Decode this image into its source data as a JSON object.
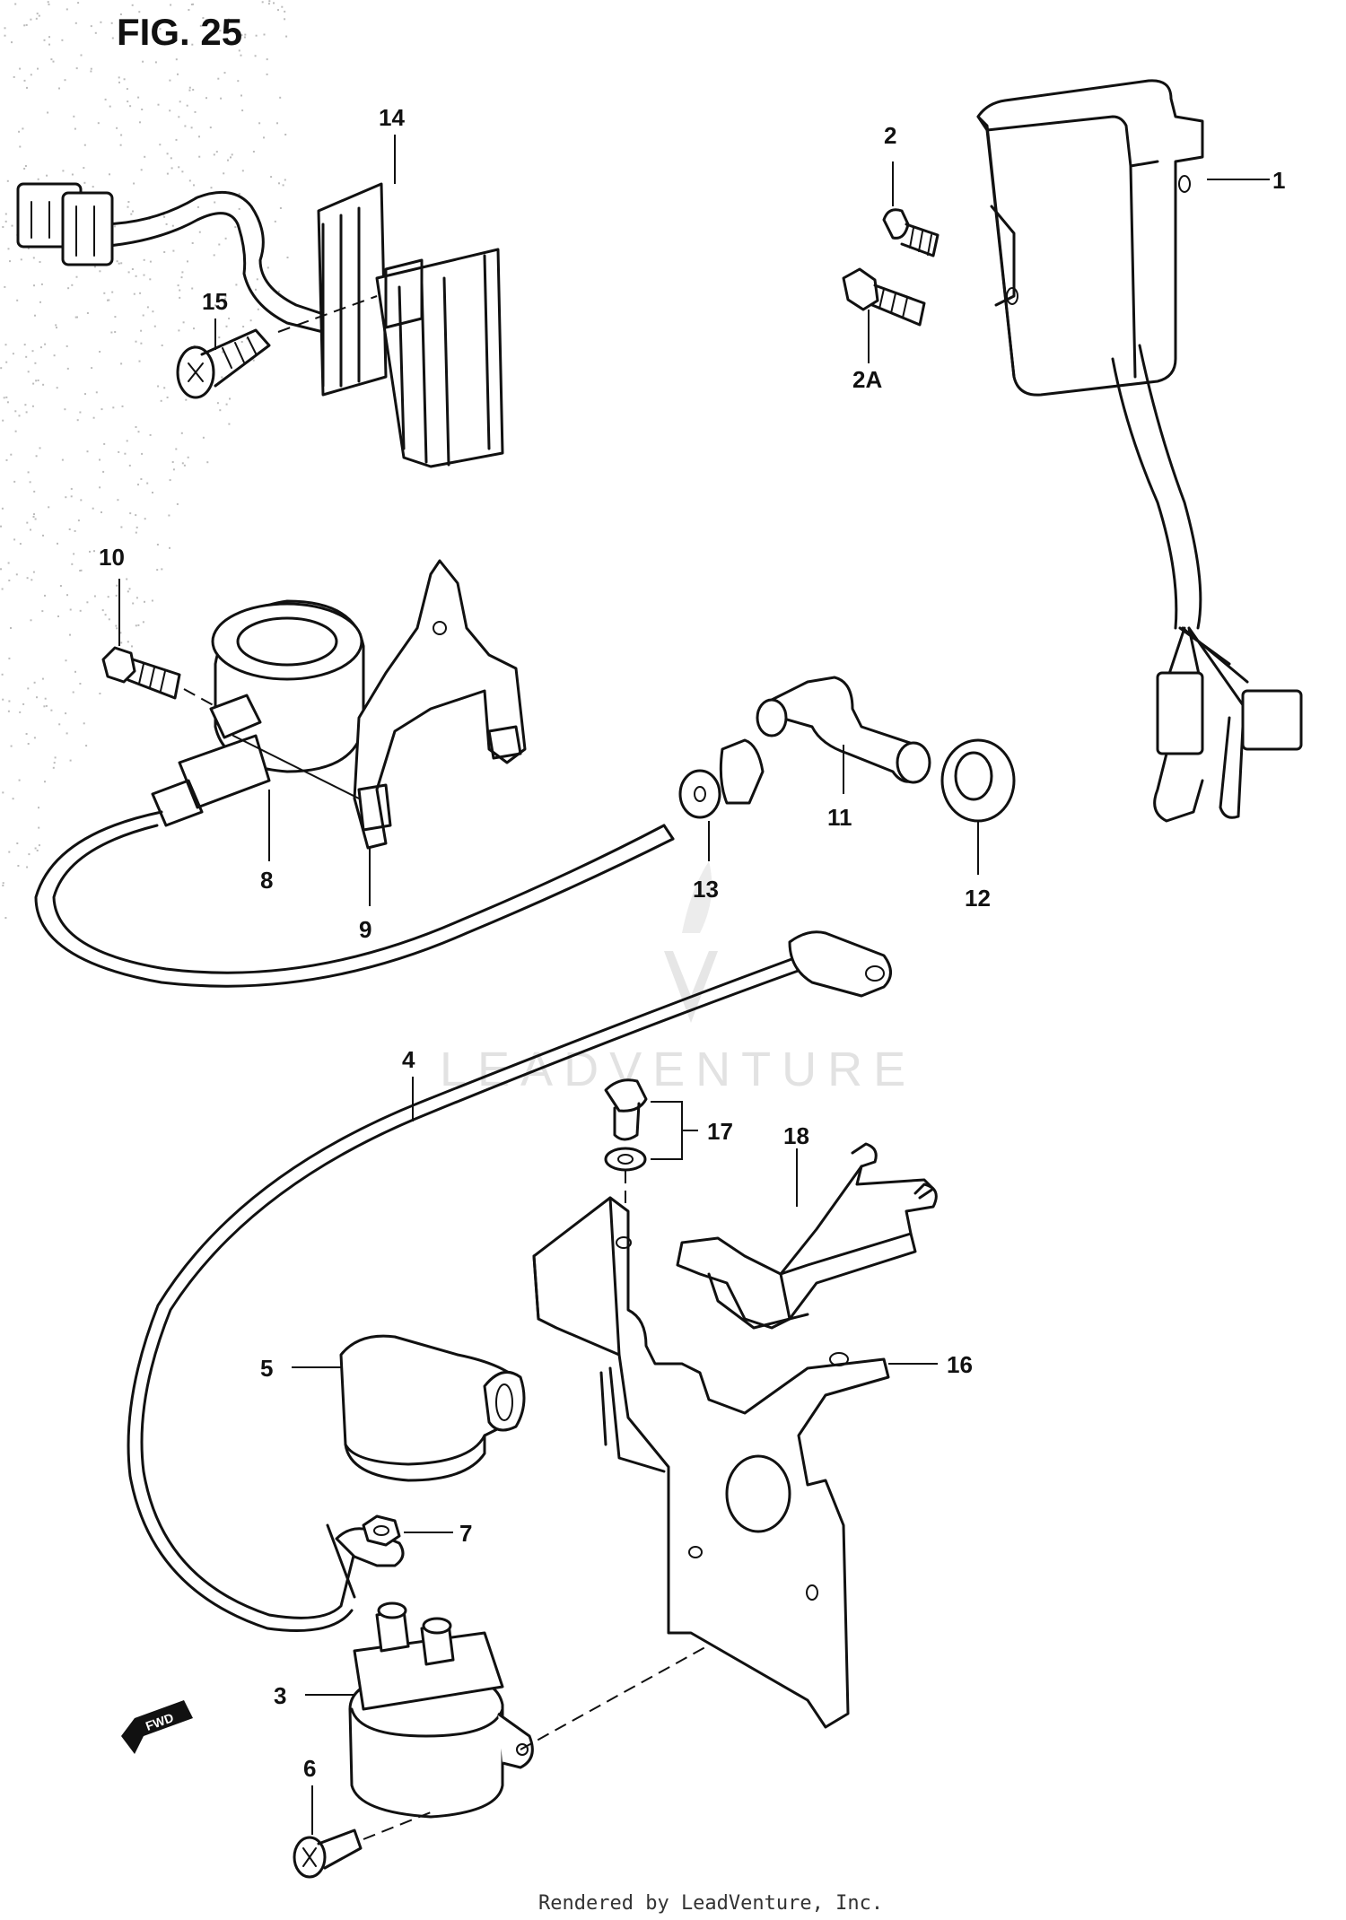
{
  "figure": {
    "title": "FIG. 25",
    "watermark": "LEADVENTURE",
    "footer": "Rendered by LeadVenture, Inc.",
    "direction_marker": "FWD"
  },
  "callouts": [
    {
      "id": "c1",
      "label": "1"
    },
    {
      "id": "c2",
      "label": "2"
    },
    {
      "id": "c2a",
      "label": "2A"
    },
    {
      "id": "c3",
      "label": "3"
    },
    {
      "id": "c4",
      "label": "4"
    },
    {
      "id": "c5",
      "label": "5"
    },
    {
      "id": "c6",
      "label": "6"
    },
    {
      "id": "c7",
      "label": "7"
    },
    {
      "id": "c8",
      "label": "8"
    },
    {
      "id": "c9",
      "label": "9"
    },
    {
      "id": "c10",
      "label": "10"
    },
    {
      "id": "c11",
      "label": "11"
    },
    {
      "id": "c12",
      "label": "12"
    },
    {
      "id": "c13",
      "label": "13"
    },
    {
      "id": "c14",
      "label": "14"
    },
    {
      "id": "c15",
      "label": "15"
    },
    {
      "id": "c16",
      "label": "16"
    },
    {
      "id": "c17",
      "label": "17"
    },
    {
      "id": "c18",
      "label": "18"
    }
  ]
}
